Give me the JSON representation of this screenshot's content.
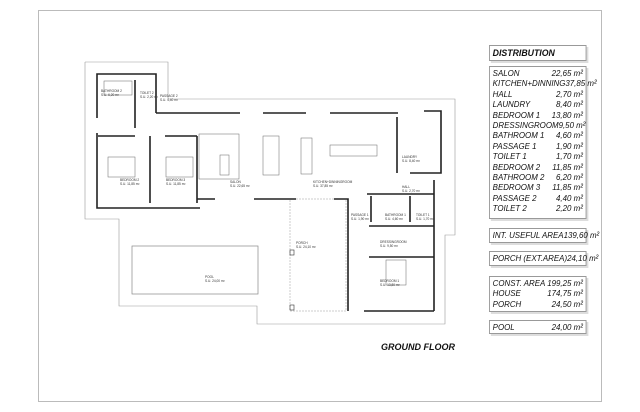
{
  "plan": {
    "title": "GROUND FLOOR",
    "rooms": [
      {
        "name": "BATHROOM 2",
        "area": "S.U. 6,20 m²"
      },
      {
        "name": "TOILET 2",
        "area": "S.U. 2,20 m²"
      },
      {
        "name": "PASSAGE 2",
        "area": "S.U. 4,40 m²"
      },
      {
        "name": "BEDROOM 2",
        "area": "S.U. 11,85 m²"
      },
      {
        "name": "BEDROOM 3",
        "area": "S.U. 11,85 m²"
      },
      {
        "name": "SALON",
        "area": "S.U. 22,65 m²"
      },
      {
        "name": "KITCHEN+DINNINGROOM",
        "area": "S.U. 37,85 m²"
      },
      {
        "name": "LAUNDRY",
        "area": "S.U. 8,40 m²"
      },
      {
        "name": "HALL",
        "area": "S.U. 2,70 m²"
      },
      {
        "name": "PASSAGE 1",
        "area": "S.U. 1,90 m²"
      },
      {
        "name": "BATHROOM 1",
        "area": "S.U. 4,60 m²"
      },
      {
        "name": "TOILET 1",
        "area": "S.U. 1,70 m²"
      },
      {
        "name": "DRESSINGROOM",
        "area": "S.U. 9,50 m²"
      },
      {
        "name": "BEDROOM 1",
        "area": "S.U. 13,80 m²"
      },
      {
        "name": "PORCH",
        "area": "S.U. 24,10 m²"
      },
      {
        "name": "POOL",
        "area": "S.U. 24,00 m²"
      }
    ]
  },
  "distribution": {
    "title": "DISTRIBUTION",
    "unit": "m²",
    "items": [
      {
        "label": "SALON",
        "value": "22,65"
      },
      {
        "label": "KITCHEN+DINNING",
        "value": "37,85"
      },
      {
        "label": "HALL",
        "value": "2,70"
      },
      {
        "label": "LAUNDRY",
        "value": "8,40"
      },
      {
        "label": "BEDROOM 1",
        "value": "13,80"
      },
      {
        "label": "DRESSINGROOM",
        "value": "9,50"
      },
      {
        "label": "BATHROOM 1",
        "value": "4,60"
      },
      {
        "label": "PASSAGE 1",
        "value": "1,90"
      },
      {
        "label": "TOILET 1",
        "value": "1,70"
      },
      {
        "label": "BEDROOM 2",
        "value": "11,85"
      },
      {
        "label": "BATHROOM 2",
        "value": "6,20"
      },
      {
        "label": "BEDROOM 3",
        "value": "11,85"
      },
      {
        "label": "PASSAGE 2",
        "value": "4,40"
      },
      {
        "label": "TOILET 2",
        "value": "2,20"
      }
    ],
    "int_useful_area": {
      "label": "INT. USEFUL AREA",
      "value": "139,60"
    },
    "porch_ext": {
      "label": "PORCH (EXT.AREA)",
      "value": "24,10"
    },
    "const": [
      {
        "label": "CONST. AREA",
        "value": "199,25"
      },
      {
        "label": "HOUSE",
        "value": "174,75"
      },
      {
        "label": "PORCH",
        "value": "24,50"
      }
    ],
    "pool": {
      "label": "POOL",
      "value": "24,00"
    }
  }
}
